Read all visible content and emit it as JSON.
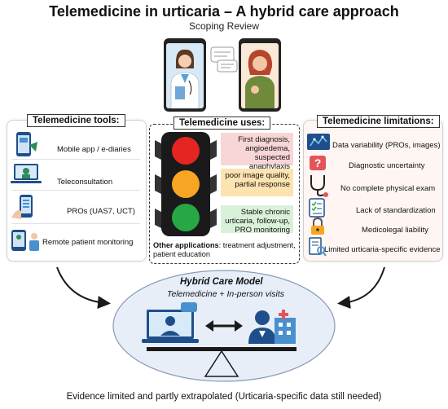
{
  "header": {
    "title": "Telemedicine in urticaria – A hybrid care approach",
    "subtitle": "Scoping Review"
  },
  "tools": {
    "heading": "Telemedicine tools:",
    "items": [
      {
        "label": "Mobile app / e-diaries",
        "icon": "smartphone-app-icon"
      },
      {
        "label": "Teleconsultation",
        "icon": "laptop-video-icon"
      },
      {
        "label": "PROs (UAS7, UCT)",
        "icon": "hand-phone-icon"
      },
      {
        "label": "Remote patient monitoring",
        "icon": "remote-monitoring-icon"
      }
    ]
  },
  "uses": {
    "heading": "Telemedicine uses:",
    "red": "First diagnosis, angioedema, suspected anaphylaxis",
    "yellow": "poor image quality, partial response",
    "green": "Stable chronic urticaria, follow-up, PRO monitoring",
    "other_label": "Other applications",
    "other_text": ": treatment adjustment, patient education",
    "colors": {
      "red": "#e52521",
      "yellow": "#f6a623",
      "green": "#27a844",
      "red_bg": "#f9d6d6",
      "yellow_bg": "#fde3b0",
      "green_bg": "#d9f1d9"
    }
  },
  "limitations": {
    "heading": "Telemedicine limitations:",
    "items": [
      {
        "label": "Data variability (PROs, images)",
        "icon": "data-variability-icon"
      },
      {
        "label": "Diagnostic uncertainty",
        "icon": "question-icon"
      },
      {
        "label": "No complete physical exam",
        "icon": "stethoscope-icon"
      },
      {
        "label": "Lack of standardization",
        "icon": "checklist-icon"
      },
      {
        "label": "Medicolegal liability",
        "icon": "lock-icon"
      },
      {
        "label": "Limited urticaria-specific evidence",
        "icon": "document-search-icon"
      }
    ]
  },
  "hybrid": {
    "title": "Hybrid Care Model",
    "subtitle": "Telemedicine  + In-person visits"
  },
  "footer": {
    "text": "Evidence limited and partly extrapolated (Urticaria-specific data still needed)"
  }
}
